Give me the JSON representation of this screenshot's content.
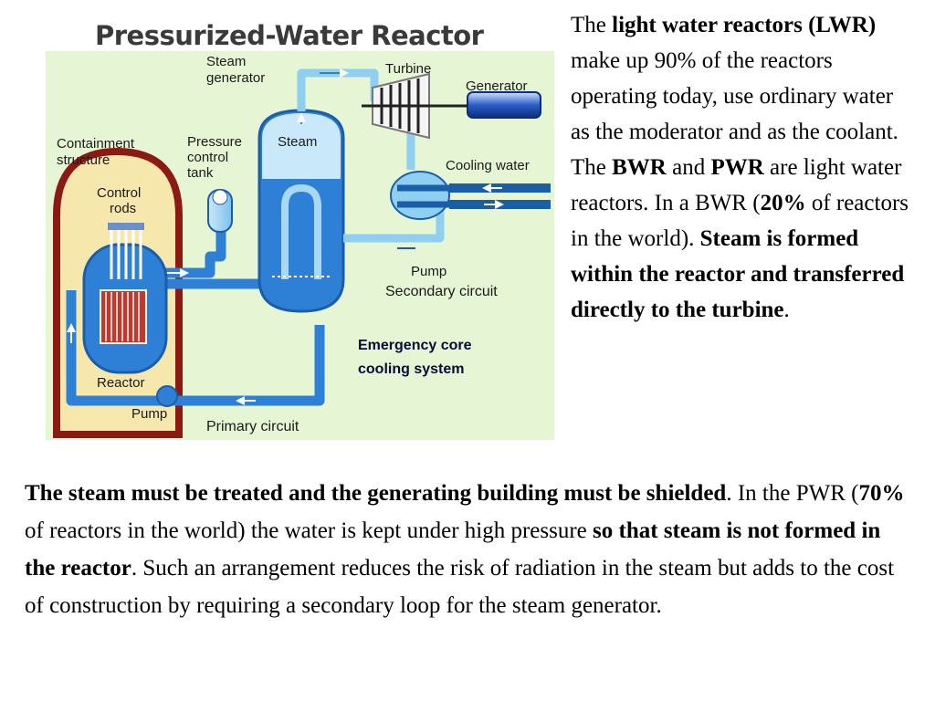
{
  "diagram": {
    "title": "Pressurized-Water Reactor",
    "labels": {
      "steam_generator": [
        "Steam",
        "generator"
      ],
      "turbine": "Turbine",
      "generator": "Generator",
      "containment": [
        "Containment",
        "structure"
      ],
      "pressure_tank": [
        "Pressure",
        "control",
        "tank"
      ],
      "steam": "Steam",
      "cooling_water": "Cooling water",
      "control_rods": [
        "Control",
        "rods"
      ],
      "pump_secondary": "Pump",
      "secondary_circuit": "Secondary circuit",
      "emergency": [
        "Emergency core",
        "cooling system"
      ],
      "reactor": "Reactor",
      "pump_primary": "Pump",
      "primary_circuit": "Primary circuit"
    },
    "colors": {
      "background": "#e6f5d4",
      "water": "#2e7fd6",
      "water_light": "#a8d8f4",
      "dome_outer": "#8b1a12",
      "dome_inner": "#f6e7ad",
      "core_rods": "#c0392b"
    }
  },
  "side_text": {
    "p1": "The ",
    "b1": "light water reactors (LWR)",
    "p2": " make up 90% of the reactors operating today, use ordinary water as the moderator and as the coolant. The ",
    "b2": "BWR",
    "p3": " and ",
    "b3": "PWR",
    "p4": " are light water reactors. In a BWR (",
    "b4": "20%",
    "p5": " of reactors in the world). ",
    "b5": "Steam is formed within the reactor and transferred directly to the turbine",
    "p6": "."
  },
  "bottom_text": {
    "b1": "The steam must be treated and the generating building must be shielded",
    "p1": ". In the PWR (",
    "b2": "70%",
    "p2": " of reactors in the world) the water is kept under high pressure ",
    "b3": "so that steam is not formed in the reactor",
    "p3": ". Such an arrangement reduces the risk of radiation in the steam but adds to the cost of construction by requiring a secondary loop for the steam generator."
  }
}
